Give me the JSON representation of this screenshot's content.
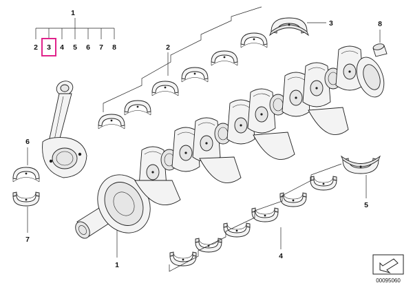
{
  "assembly": {
    "label": "1",
    "sub_labels": [
      "2",
      "3",
      "4",
      "5",
      "6",
      "7",
      "8"
    ],
    "highlighted": "3",
    "highlight_color": "#e0218a"
  },
  "callouts": {
    "main_bearings_upper": "2",
    "thrust_bearing": "3",
    "main_bearings_lower": "4",
    "thrust_bearing_lower": "5",
    "conrod_bearing_upper": "6",
    "conrod_bearing_lower": "7",
    "pilot_bushing": "8",
    "crankshaft": "1"
  },
  "diagram_ref": "00095060"
}
